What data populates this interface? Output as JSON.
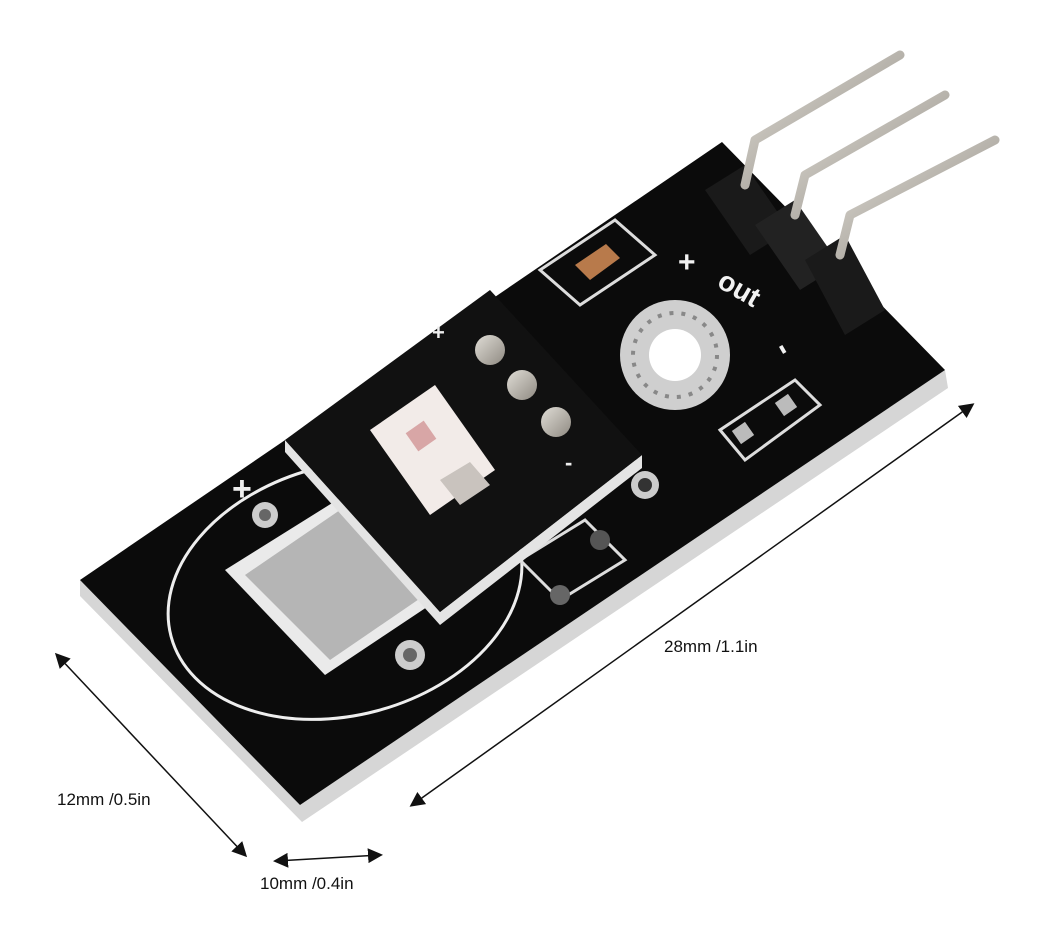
{
  "product": {
    "silkscreen": {
      "plus": "+",
      "out": "out",
      "minus": "-"
    }
  },
  "dimensions": {
    "length": "28mm /1.1in",
    "width": "12mm /0.5in",
    "pin_spacing": "10mm /0.4in"
  },
  "colors": {
    "board": "#0b0b0b",
    "edge": "#d9d9d9",
    "pin": "#b9b5ae",
    "silk": "#f2f2f2",
    "led": "#e8c9c4"
  }
}
